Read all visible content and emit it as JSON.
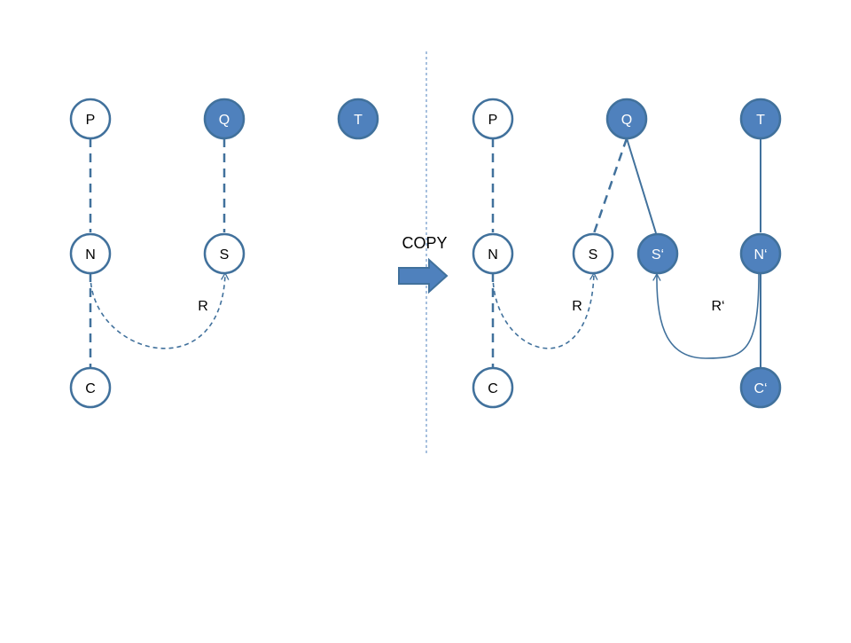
{
  "colors": {
    "stroke": "#41719c",
    "fill_dark": "#4f81bd",
    "fill_light": "#ffffff",
    "text_dark": "#000000",
    "text_light": "#ffffff",
    "divider": "#4f81bd"
  },
  "left": {
    "nodes": {
      "P": "P",
      "Q": "Q",
      "T": "T",
      "N": "N",
      "S": "S",
      "C": "C"
    },
    "edge_label_R": "R"
  },
  "copy_label": "COPY",
  "right": {
    "nodes": {
      "P": "P",
      "Q": "Q",
      "T": "T",
      "N": "N",
      "S": "S",
      "S2": "S‘",
      "N2": "N‘",
      "C": "C",
      "C2": "C‘"
    },
    "edge_label_R": "R",
    "edge_label_R2": "R‘"
  }
}
